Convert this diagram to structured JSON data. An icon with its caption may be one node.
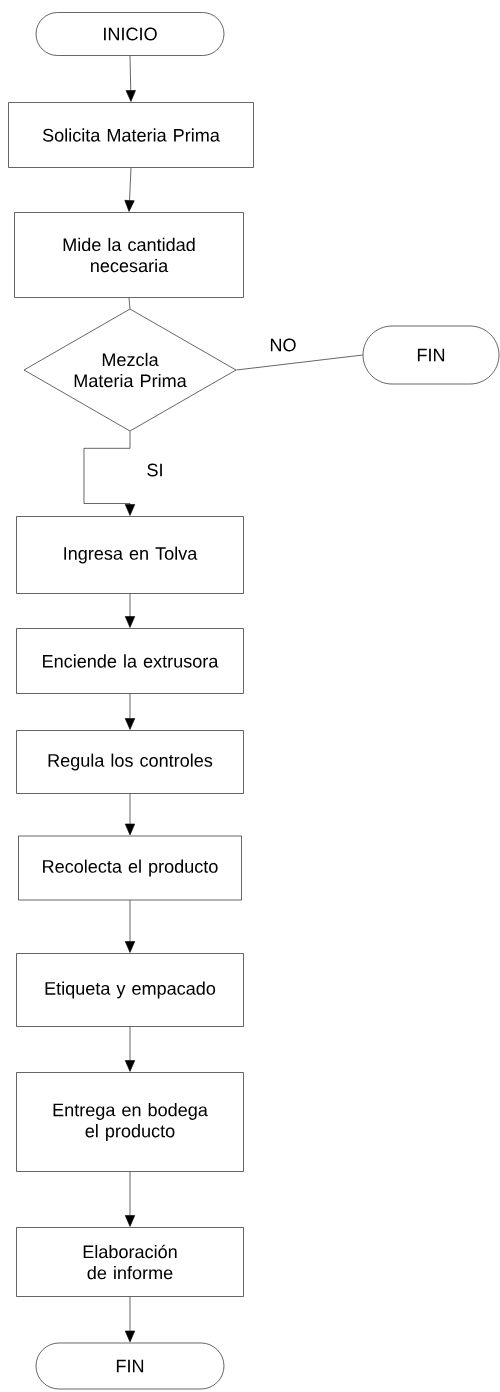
{
  "diagram": {
    "nodes": [
      {
        "text": [
          "INICIO"
        ]
      },
      {
        "text": [
          "Solicita Materia Prima"
        ]
      },
      {
        "text": [
          "Mide la cantidad necesaria"
        ]
      },
      {
        "text": [
          "Mezcla Materia Prima"
        ]
      },
      {
        "text": [
          "FIN"
        ]
      },
      {
        "text": [
          "Ingresa en Tolva"
        ]
      },
      {
        "text": [
          "Enciende la extrusora"
        ]
      },
      {
        "text": [
          "Regula los controles"
        ]
      },
      {
        "text": [
          "Recolecta el producto"
        ]
      },
      {
        "text": [
          "Etiqueta y empacado"
        ]
      },
      {
        "text": [
          "Entrega en bodega el producto"
        ]
      },
      {
        "text": [
          "Elaboración de informe"
        ]
      },
      {
        "text": [
          "FIN"
        ]
      }
    ],
    "edges": [
      {
        "from": 0,
        "to": 1,
        "arrow": "to"
      },
      {
        "from": 1,
        "to": 2,
        "arrow": "to"
      },
      {
        "from": 2,
        "to": 3,
        "arrow": "none"
      },
      {
        "from": 3,
        "to": 4,
        "arrow": "none",
        "label": "NO"
      },
      {
        "from": 3,
        "to": 5,
        "arrow": "to",
        "label": "SI"
      },
      {
        "from": 5,
        "to": 6,
        "arrow": "to"
      },
      {
        "from": 6,
        "to": 7,
        "arrow": "to"
      },
      {
        "from": 7,
        "to": 8,
        "arrow": "to"
      },
      {
        "from": 8,
        "to": 9,
        "arrow": "to"
      },
      {
        "from": 9,
        "to": 10,
        "arrow": "to"
      },
      {
        "from": 10,
        "to": 11,
        "arrow": "to"
      },
      {
        "from": 11,
        "to": 12,
        "arrow": "to"
      }
    ]
  }
}
